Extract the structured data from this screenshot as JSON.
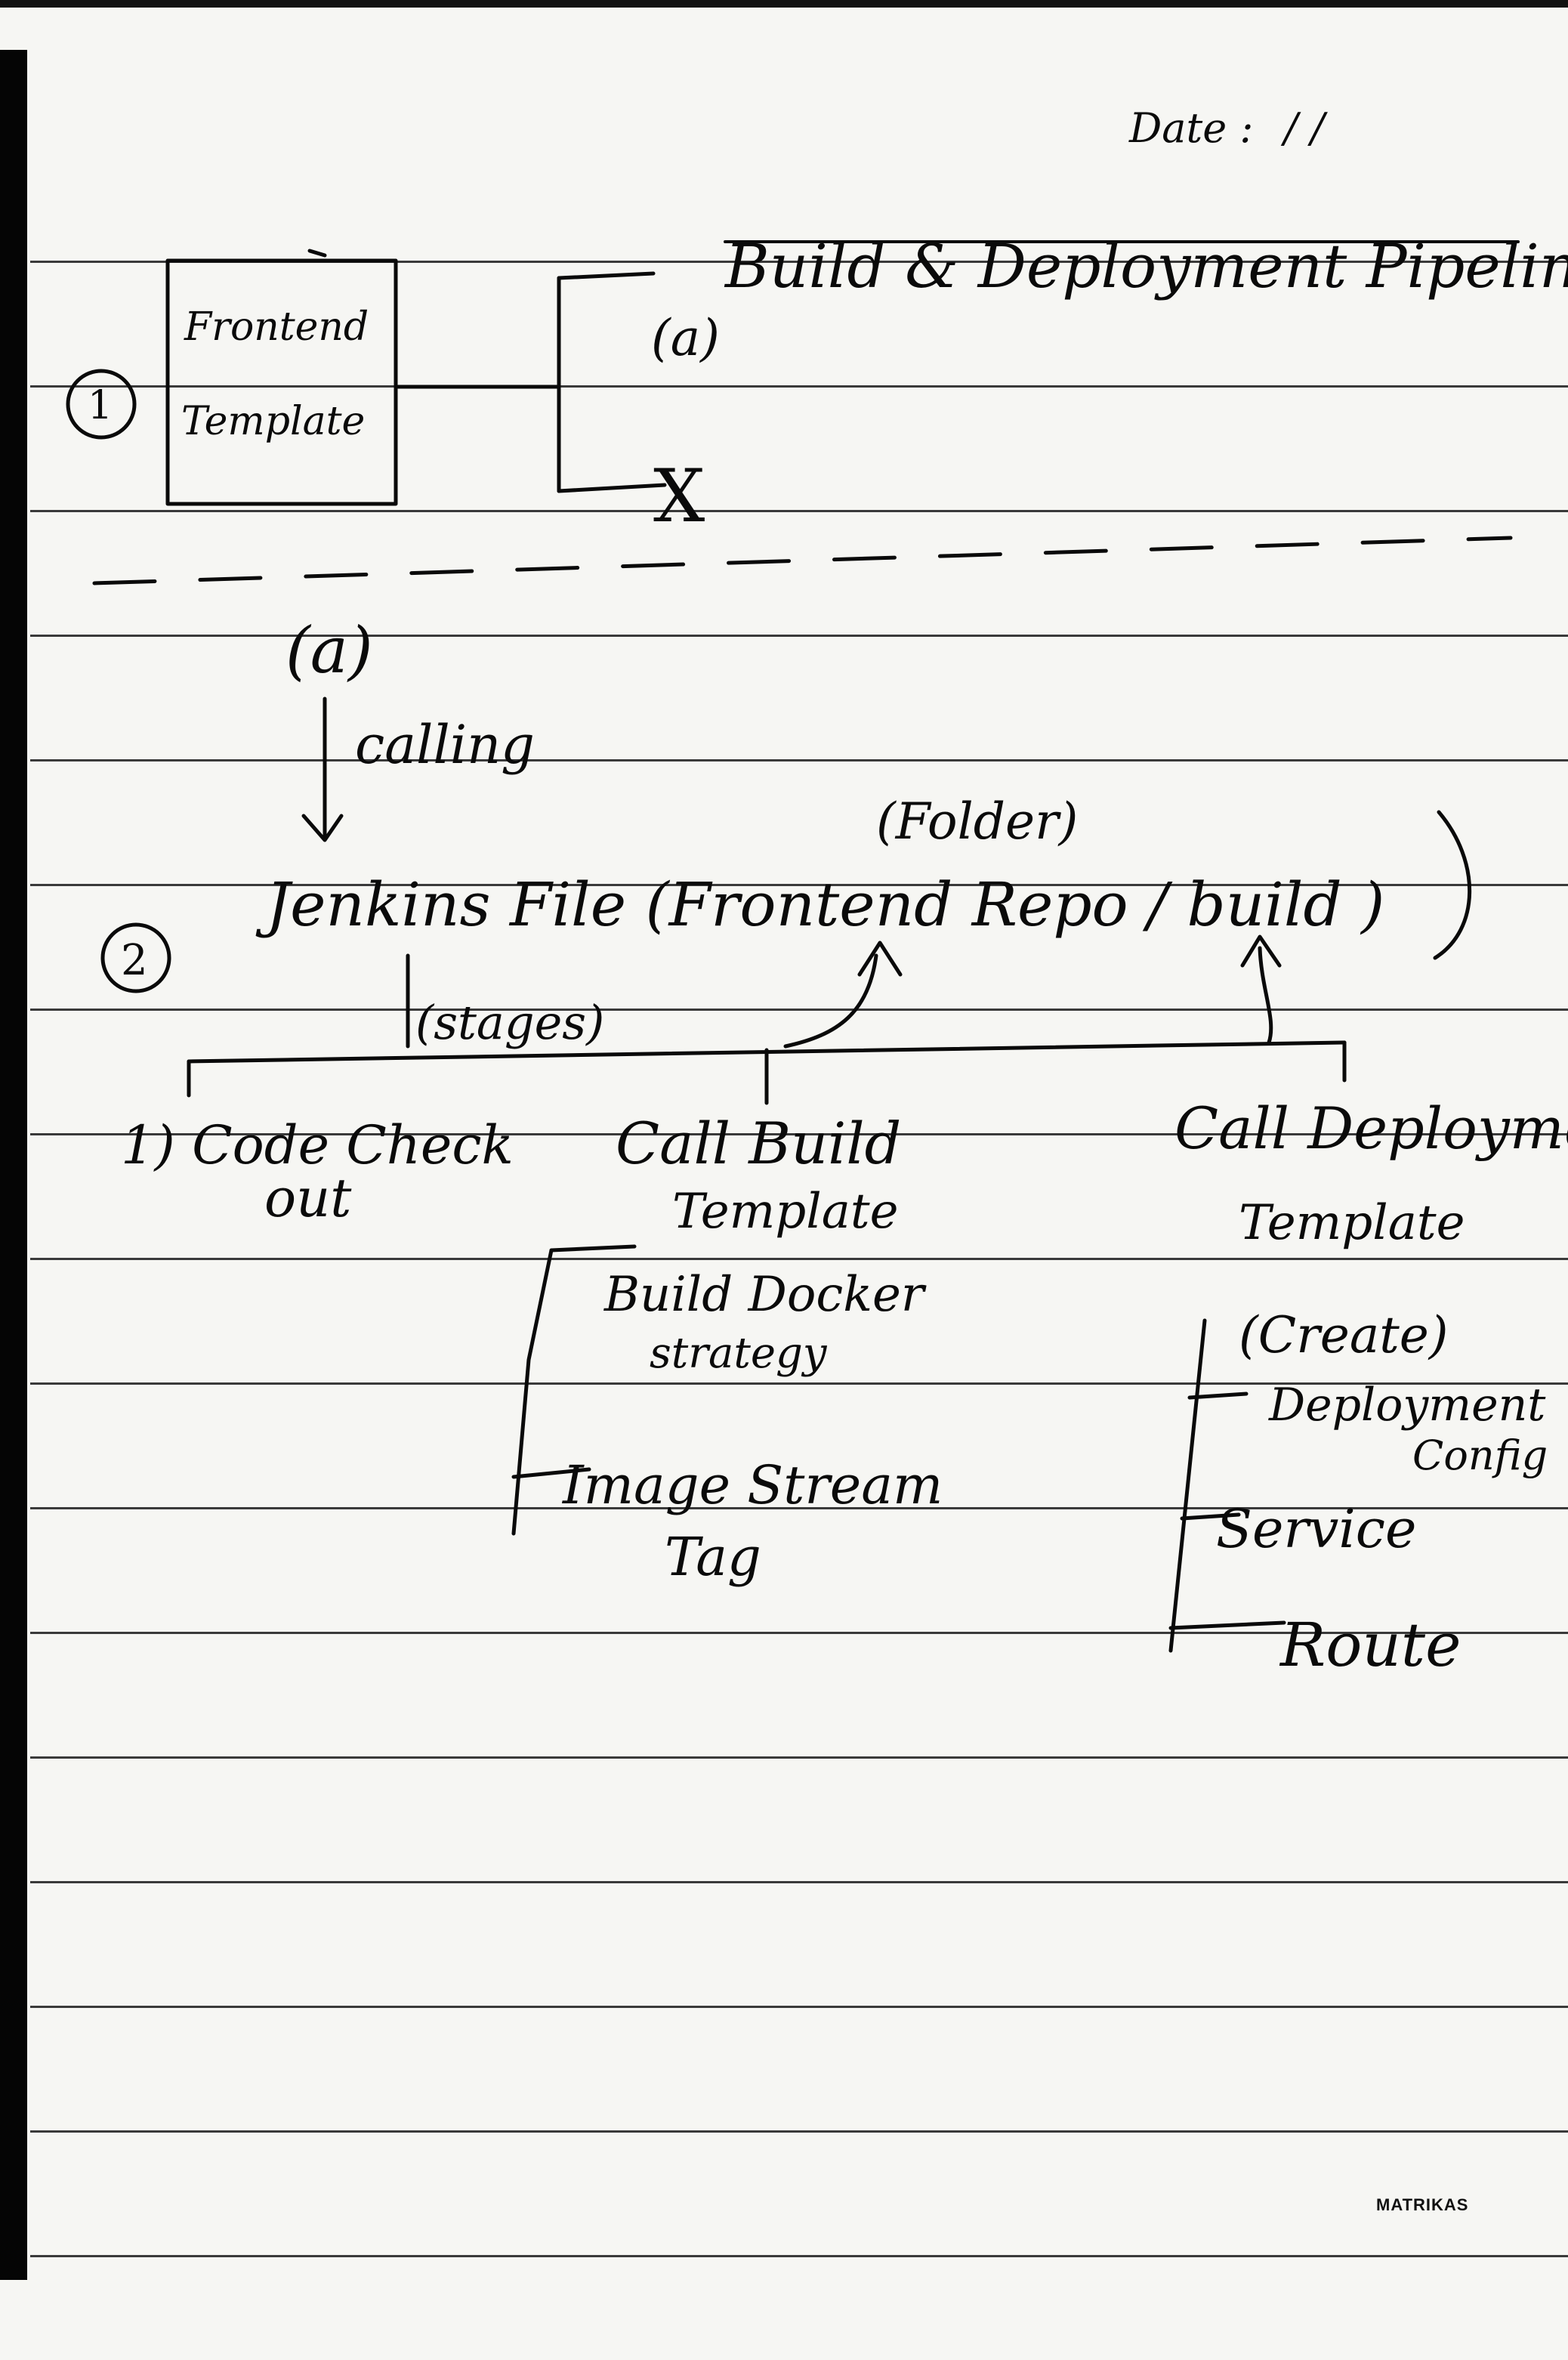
{
  "header": {
    "date_label": "Date :",
    "date_value": "/ /"
  },
  "section1": {
    "number": "1",
    "box_line1": "Frontend",
    "box_line2": "Template",
    "branch_a": "(a)",
    "branch_a_title": "Build & Deployment Pipeline",
    "branch_x": "X"
  },
  "section2": {
    "branch_a": "(a)",
    "calling": "calling",
    "folder": "(Folder)",
    "number": "2",
    "jenkins": "Jenkins File (Frontend Repo / build )",
    "stages": "(stages)",
    "stage1_line1": "1) Code Check",
    "stage1_line2": "out",
    "stage2_line1": "Call Build",
    "stage2_line2": "Template",
    "build_item1_line1": "Build Docker",
    "build_item1_line2": "strategy",
    "build_item2_line1": "Image Stream",
    "build_item2_line2": "Tag",
    "stage3_line1": "Call Deployment",
    "stage3_line2": "Template",
    "deploy_create": "(Create)",
    "deploy_item1_line1": "Deployment",
    "deploy_item1_line2": "Config",
    "deploy_item2": "Service",
    "deploy_item3": "Route"
  },
  "footer": {
    "brand": "MATRIKAS"
  }
}
